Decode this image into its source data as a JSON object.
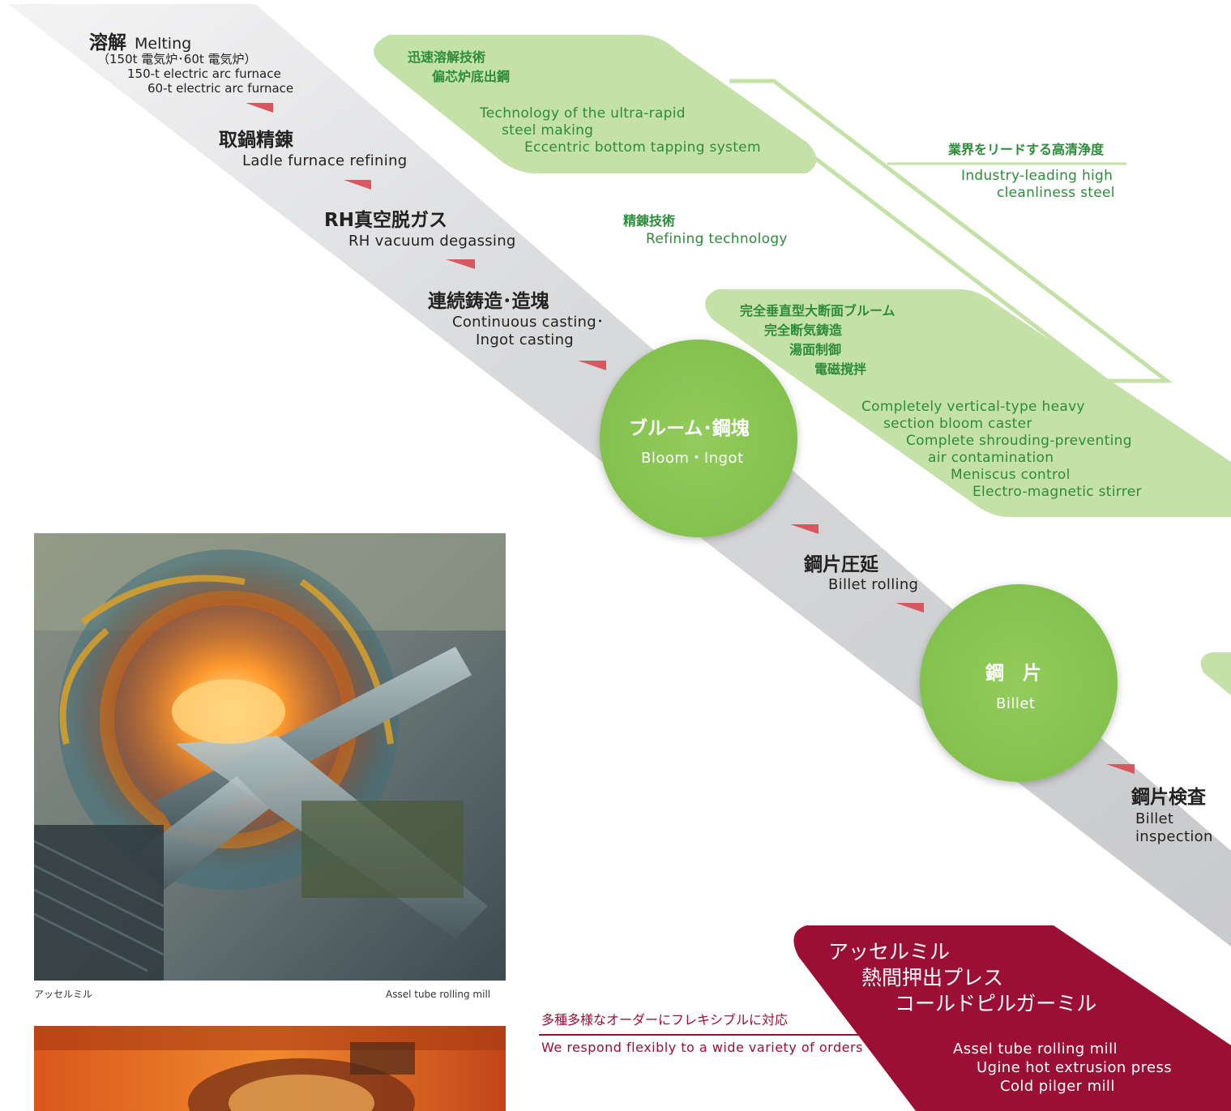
{
  "colors": {
    "gray_band": "#d2d3d5",
    "green_panel": "#c4e2a8",
    "green_circle": "#8cc657",
    "green_text": "#2e8b3a",
    "red_panel": "#9b0f35",
    "red_text": "#9b0f35",
    "arrow": "#d8585f"
  },
  "process": {
    "melting_jp": "溶解",
    "melting_en": "Melting",
    "melting_sub_jp": "（150t 電気炉･60t 電気炉）",
    "melting_sub_en1": "150-t electric arc furnace",
    "melting_sub_en2": "60-t electric arc furnace",
    "ladle_jp": "取鍋精錬",
    "ladle_en": "Ladle furnace refining",
    "rh_jp": "RH真空脱ガス",
    "rh_en": "RH vacuum degassing",
    "cc_jp": "連続鋳造･造塊",
    "cc_en1": "Continuous casting･",
    "cc_en2": "Ingot casting",
    "bloom_jp": "ブルーム･鋼塊",
    "bloom_en": "Bloom・Ingot",
    "billet_rolling_jp": "鋼片圧延",
    "billet_rolling_en": "Billet rolling",
    "billet_jp": "鋼　片",
    "billet_en": "Billet",
    "inspection_jp": "鋼片検査",
    "inspection_en1": "Billet",
    "inspection_en2": "inspection"
  },
  "green_notes": {
    "rapid_jp1": "迅速溶解技術",
    "rapid_jp2": "偏芯炉底出鋼",
    "rapid_en1": "Technology of the ultra-rapid",
    "rapid_en2": "steel making",
    "rapid_en3": "Eccentric bottom tapping system",
    "clean_jp": "業界をリードする高清浄度",
    "clean_en1": "Industry-leading high",
    "clean_en2": "cleanliness steel",
    "refining_jp": "精錬技術",
    "refining_en": "Refining technology",
    "caster_jp1": "完全垂直型大断面ブルーム",
    "caster_jp2": "完全断気鋳造",
    "caster_jp3": "湯面制御",
    "caster_jp4": "電磁撹拌",
    "caster_en1": "Completely vertical-type heavy",
    "caster_en2": "section bloom caster",
    "caster_en3": "Complete shrouding-preventing",
    "caster_en4": "air contamination",
    "caster_en5": "Meniscus control",
    "caster_en6": "Electro-magnetic stirrer"
  },
  "red_panel": {
    "jp1": "アッセルミル",
    "jp2": "熱間押出プレス",
    "jp3": "コールドピルガーミル",
    "en1": "Assel tube rolling mill",
    "en2": "Ugine hot extrusion press",
    "en3": "Cold pilger mill"
  },
  "flex": {
    "jp": "多種多様なオーダーにフレキシブルに対応",
    "en": "We respond flexibly to a wide variety of orders"
  },
  "photo1": {
    "caption_jp": "アッセルミル",
    "caption_en": "Assel tube rolling mill"
  }
}
